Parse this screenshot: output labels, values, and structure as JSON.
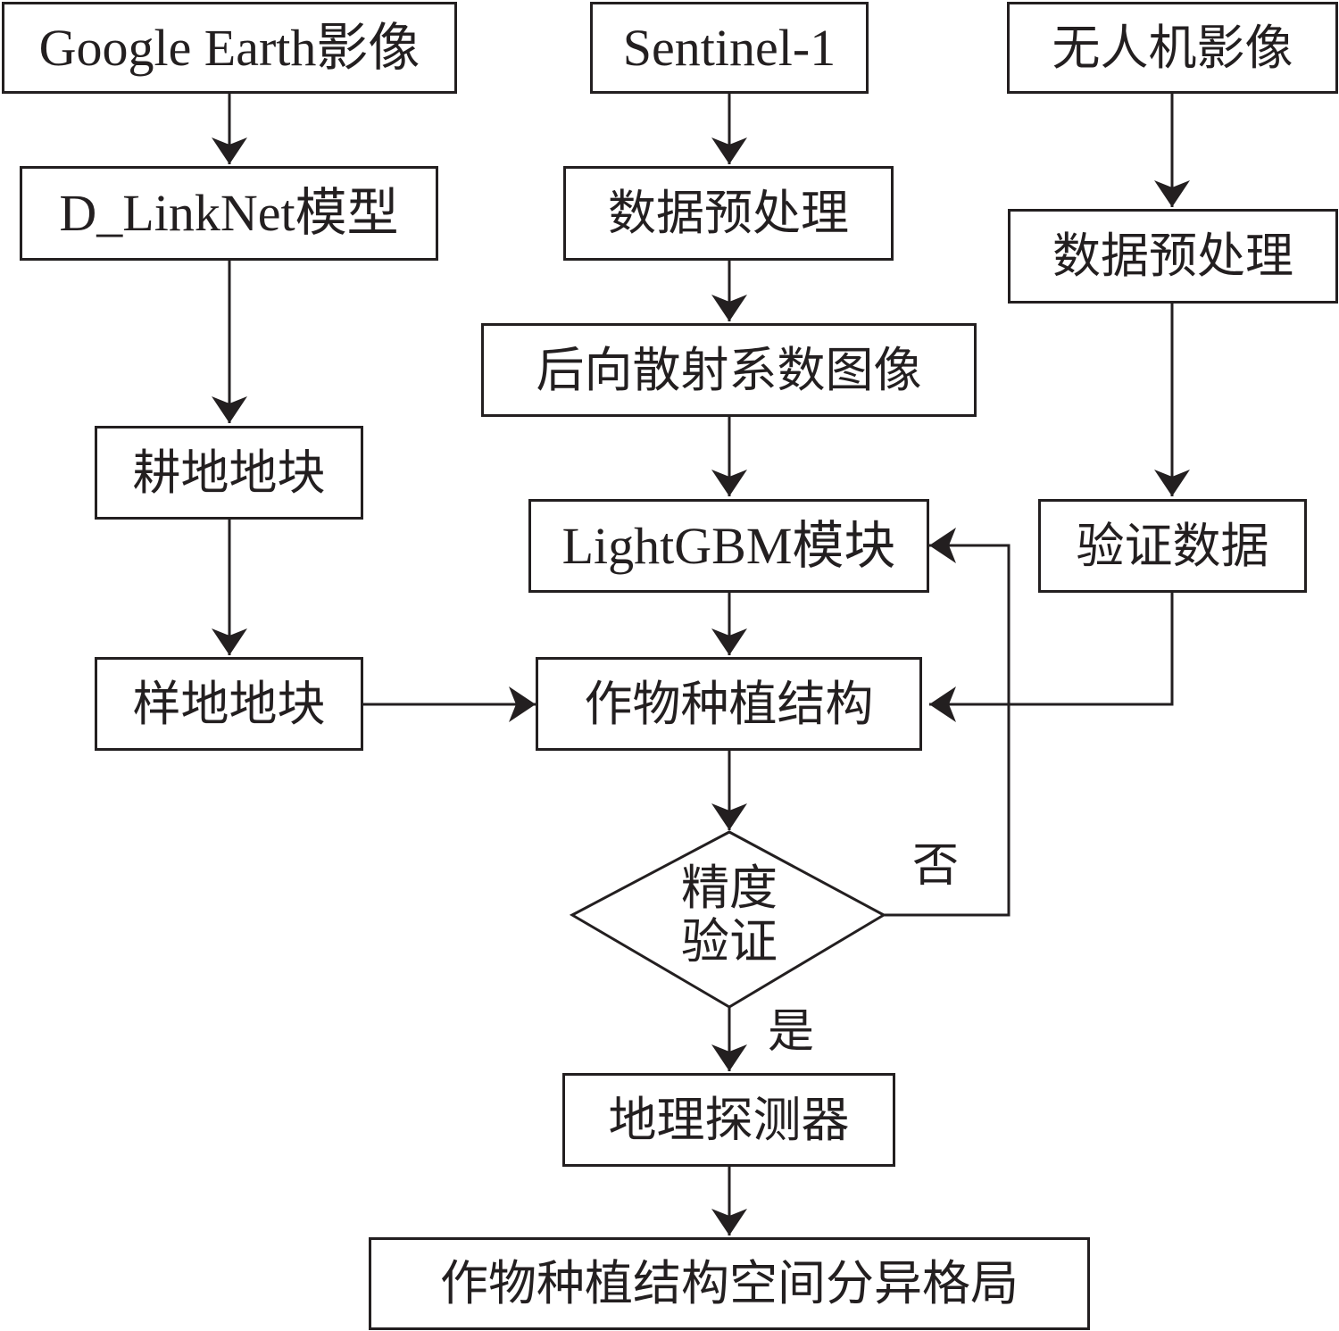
{
  "nodes": {
    "google_earth": "Google Earth影像",
    "sentinel": "Sentinel-1",
    "uav": "无人机影像",
    "dlinknet": "D_LinkNet模型",
    "preprocess_s1": "数据预处理",
    "preprocess_uav": "数据预处理",
    "backscatter": "后向散射系数图像",
    "cropland_parcels": "耕地地块",
    "lightgbm": "LightGBM模块",
    "validation_data": "验证数据",
    "sample_parcels": "样地地块",
    "crop_structure": "作物种植结构",
    "accuracy_check": "精度验证",
    "geodetector": "地理探测器",
    "spatial_pattern": "作物种植结构空间分异格局"
  },
  "accuracy_check_lines": [
    "精度",
    "验证"
  ],
  "edge_labels": {
    "no": "否",
    "yes": "是"
  },
  "colors": {
    "stroke": "#231f20",
    "background": "#ffffff"
  }
}
